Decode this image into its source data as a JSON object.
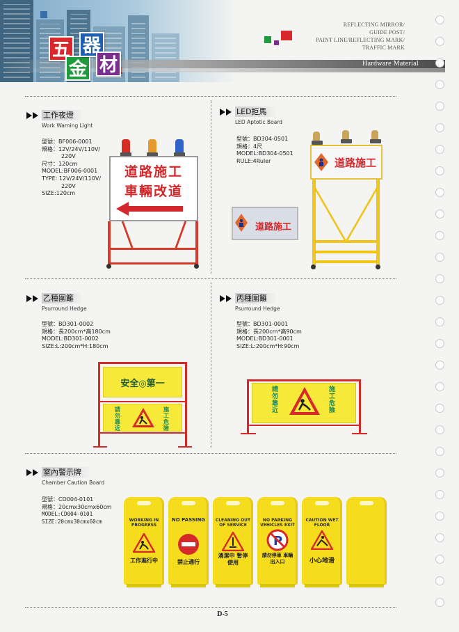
{
  "header": {
    "logo_chars": [
      "五",
      "金",
      "器",
      "材"
    ],
    "categories": [
      "REFLECTING MIRROR/",
      "GUIDE POST/",
      "PAINT LINE/REFLECTING MARK/",
      "TRAFFIC MARK"
    ],
    "section_label": "Hardware Material"
  },
  "products": [
    {
      "title_zh": "工作夜燈",
      "title_en": "Work Warning Light",
      "specs": [
        "型號：BF006-0001",
        "規格：12V/24V/110V/",
        "220V",
        "尺寸：120cm",
        "MODEL:BF006-0001",
        "TYPE: 12V/24V/110V/",
        "220V",
        "SIZE:120cm"
      ],
      "board_lines": [
        "道路施工",
        "車輛改道"
      ]
    },
    {
      "title_zh": "LED拒馬",
      "title_en": "LED Aptotic Board",
      "specs": [
        "型號：BD304-0501",
        "規格：4尺",
        "MODEL:BD304-0501",
        "RULE:4Ruler"
      ],
      "board_text": "道路施工",
      "small_board_text": "道路施工"
    },
    {
      "title_zh": "乙種圍籬",
      "title_en": "Psurround Hedge",
      "specs": [
        "型號：BD301-0002",
        "規格：長200cm*高180cm",
        "MODEL:BD301-0002",
        "SIZE:L:200cm*H:180cm"
      ],
      "banner_top": "安全◎第一",
      "banner_left": "請勿靠近",
      "banner_right": "施工危險"
    },
    {
      "title_zh": "丙種圍籬",
      "title_en": "Psurround Hedge",
      "specs": [
        "型號：BD301-0001",
        "規格：長200cm*高90cm",
        "MODEL:BD301-0001",
        "SIZE:L:200cm*H:90cm"
      ],
      "banner_left": "請勿靠近",
      "banner_right": "施工危險"
    },
    {
      "title_zh": "室內警示牌",
      "title_en": "Chamber Caution Board",
      "specs": [
        "型號：CD004-0101",
        "規格：20cmx30cmx60cm",
        "MODEL:CD004-0101",
        "SIZE:20cmx30cmx60cm"
      ],
      "boards": [
        {
          "en": "WORKING IN PROGRESS",
          "zh": "工作進行中"
        },
        {
          "en": "NO PASSING",
          "zh": "禁止通行"
        },
        {
          "en": "CLEANING OUT OF SERVICE",
          "zh": "清潔中 暫停使用"
        },
        {
          "en": "NO PARKING VEHICLES EXIT",
          "zh": "請勿停車 車輛出入口"
        },
        {
          "en": "CAUTION WET FLOOR",
          "zh": "小心地滑"
        },
        {
          "en": "",
          "zh": ""
        }
      ]
    }
  ],
  "page_number": "D-5",
  "colors": {
    "logo_red": "#d8282c",
    "logo_green": "#1f9a3c",
    "logo_blue": "#1f5fb0",
    "logo_purple": "#7b2f8f",
    "sign_red": "#d3282b",
    "hedge_yellow": "#f6e93a",
    "board_yellow": "#f5dc1d",
    "frame_yellow": "#f0c419"
  }
}
